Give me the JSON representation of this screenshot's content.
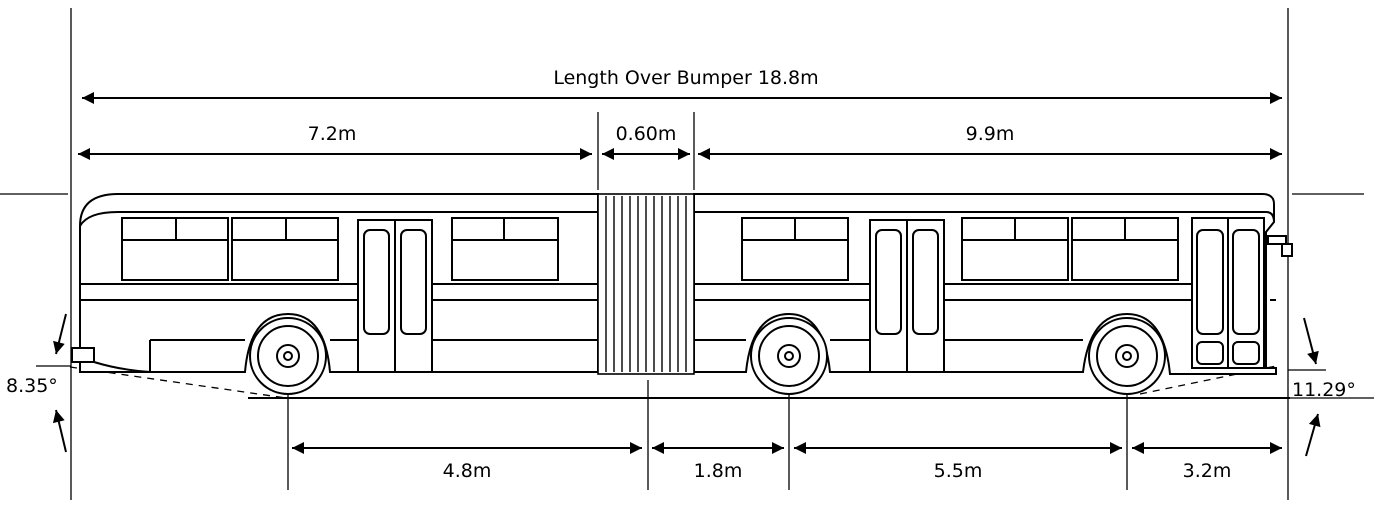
{
  "diagram": {
    "overall_label": "Length Over Bumper 18.8m",
    "top_dimensions": [
      "7.2m",
      "0.60m",
      "9.9m"
    ],
    "bottom_dimensions": [
      "4.8m",
      "1.8m",
      "5.5m",
      "3.2m"
    ],
    "front_angle": "8.35°",
    "rear_angle": "11.29°"
  }
}
